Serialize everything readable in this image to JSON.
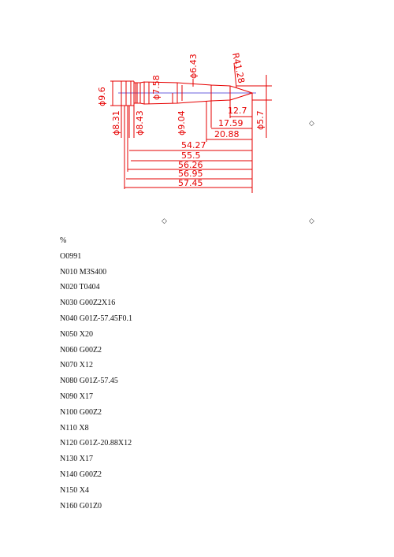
{
  "drawing": {
    "line_color": "#e60000",
    "center_color": "#3a2cd0",
    "dims": {
      "d96": "ϕ9.6",
      "d831": "ϕ8.31",
      "d843": "ϕ8.43",
      "d758": "ϕ7.58",
      "d904": "ϕ9.04",
      "d643": "ϕ6.43",
      "r4128": "R41.28",
      "d57": "ϕ5.7",
      "l127": "12.7",
      "l1759": "17.59",
      "l2088": "20.88",
      "l5427": "54.27",
      "l555": "55.5",
      "l5626": "56.26",
      "l5695": "56.95",
      "l5745": "57.45"
    }
  },
  "markers": {
    "symbol": "◇"
  },
  "program": [
    "%",
    "O0991",
    "N010 M3S400",
    "N020 T0404",
    "N030 G00Z2X16",
    "N040 G01Z-57.45F0.1",
    "N050 X20",
    "N060 G00Z2",
    "N070 X12",
    "N080 G01Z-57.45",
    "N090 X17",
    "N100 G00Z2",
    "N110 X8",
    "N120 G01Z-20.88X12",
    "N130 X17",
    "N140 G00Z2",
    "N150 X4",
    "N160 G01Z0"
  ]
}
